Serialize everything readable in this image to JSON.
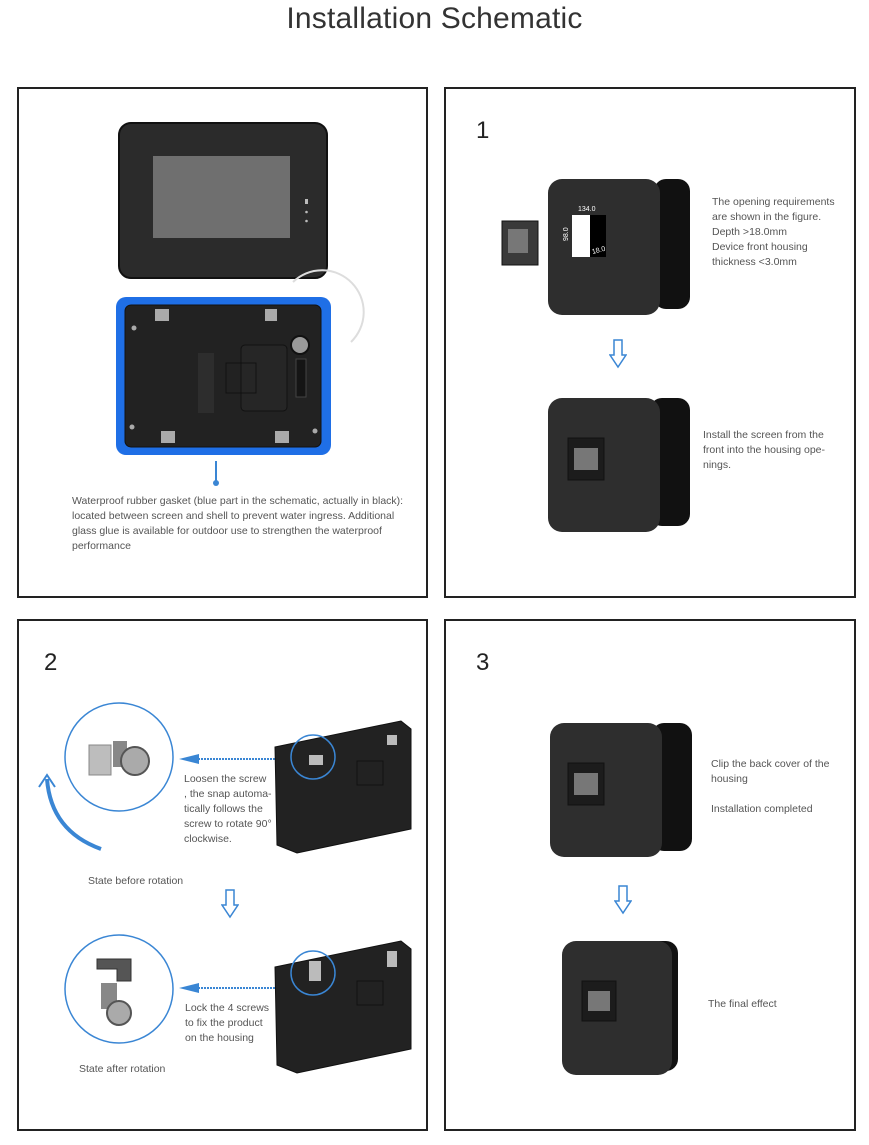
{
  "page": {
    "title": "Installation Schematic"
  },
  "colors": {
    "accent_blue": "#3a86d4",
    "gasket_blue": "#1f6fe6",
    "device_dark": "#2a2a2a",
    "border": "#222222"
  },
  "panels": [
    {
      "id": "overview",
      "caption": "Waterproof rubber gasket (blue part in the schematic, actually in black): located between screen and shell to prevent water ingress.  Additional glass glue is available for outdoor use to strengthen the waterproof performance"
    },
    {
      "id": "step1",
      "step_number": "1",
      "dimensions": {
        "width": "134.0",
        "height": "98.0",
        "depth": "18.0"
      },
      "note_top": [
        "The opening requirements",
        "are shown in the figure.",
        "Depth >18.0mm",
        "Device front housing",
        "thickness <3.0mm"
      ],
      "note_bottom": [
        "Install the screen from the",
        " front into the housing ope-",
        "nings."
      ]
    },
    {
      "id": "step2",
      "step_number": "2",
      "note_top": [
        "Loosen the screw",
        ", the snap automa-",
        "tically follows the",
        "screw to rotate 90°",
        "clockwise."
      ],
      "label_top": "State before rotation",
      "note_bottom": [
        "Lock the 4 screws",
        " to fix the product",
        "on the housing"
      ],
      "label_bottom": "State after rotation"
    },
    {
      "id": "step3",
      "step_number": "3",
      "note_top": [
        "Clip the back cover of the",
        "housing",
        "",
        "Installation completed"
      ],
      "note_bottom": "The final effect"
    }
  ],
  "icons": {
    "down_arrow": "down-arrow-icon",
    "left_arrow": "left-arrow-icon",
    "rotate_arrow": "rotate-arrow-icon"
  }
}
